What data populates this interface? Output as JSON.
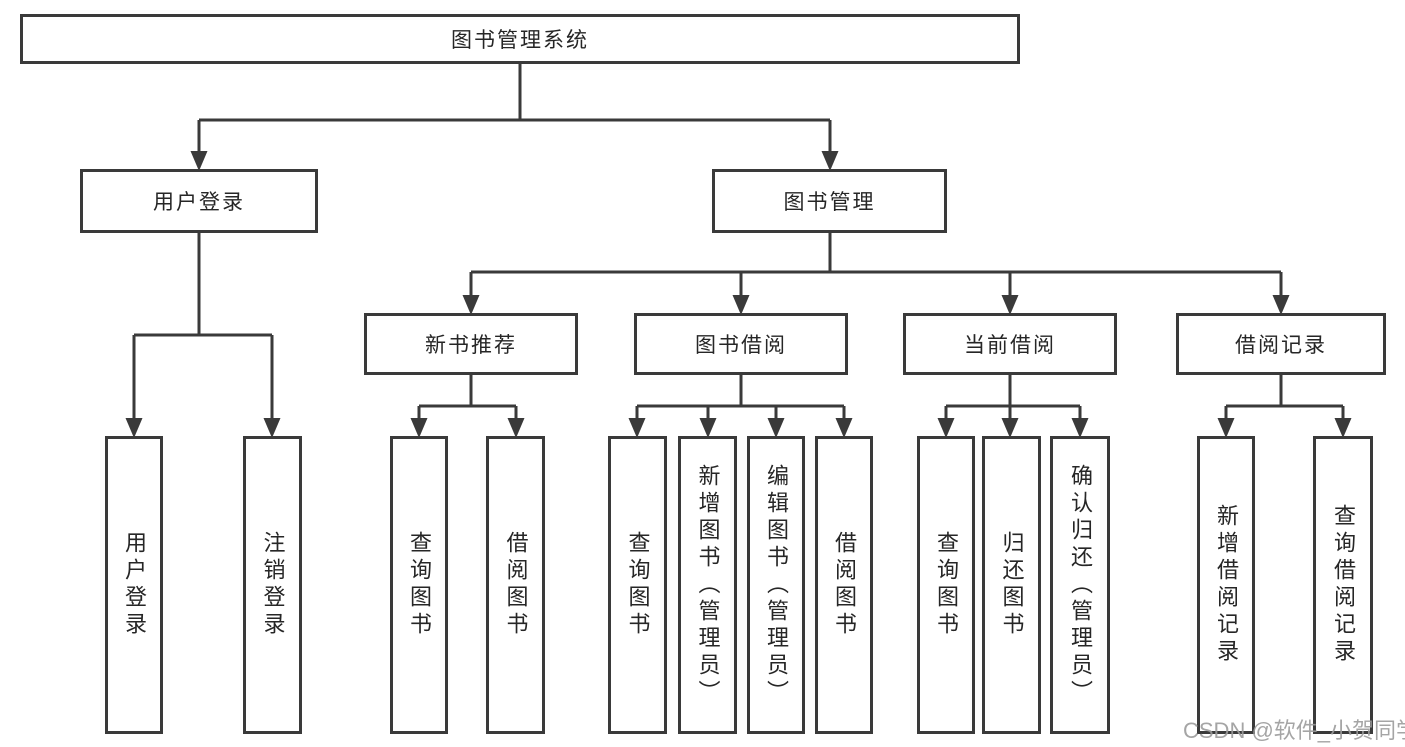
{
  "tree": {
    "root": {
      "label": "图书管理系统"
    },
    "branches": [
      {
        "label": "用户登录",
        "children": [
          {
            "label": "用户登录"
          },
          {
            "label": "注销登录"
          }
        ]
      },
      {
        "label": "图书管理",
        "children": [
          {
            "label": "新书推荐",
            "children": [
              {
                "label": "查询图书"
              },
              {
                "label": "借阅图书"
              }
            ]
          },
          {
            "label": "图书借阅",
            "children": [
              {
                "label": "查询图书"
              },
              {
                "label": "新增图书（管理员）"
              },
              {
                "label": "编辑图书（管理员）"
              },
              {
                "label": "借阅图书"
              }
            ]
          },
          {
            "label": "当前借阅",
            "children": [
              {
                "label": "查询图书"
              },
              {
                "label": "归还图书"
              },
              {
                "label": "确认归还（管理员）"
              }
            ]
          },
          {
            "label": "借阅记录",
            "children": [
              {
                "label": "新增借阅记录"
              },
              {
                "label": "查询借阅记录"
              }
            ]
          }
        ]
      }
    ]
  },
  "watermark": {
    "text": "CSDN @软件_小贺同学"
  },
  "colors": {
    "line": "#3a3a3a",
    "text": "#262626",
    "background": "#ffffff",
    "watermark": "#9c9c9c"
  }
}
